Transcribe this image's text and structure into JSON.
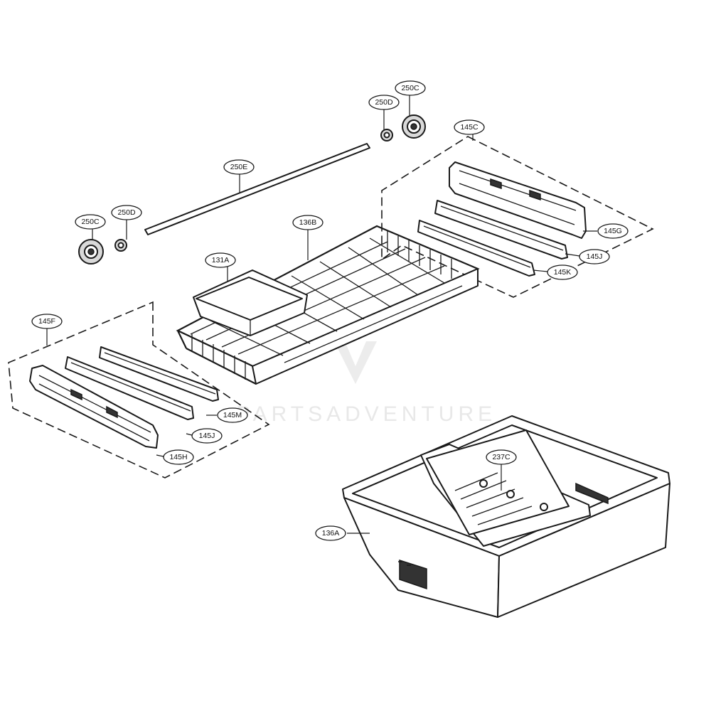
{
  "diagram": {
    "watermark": "PARTSADVENTURE",
    "callouts": {
      "c250C_top": "250C",
      "c250D_top": "250D",
      "c145C": "145C",
      "c250E": "250E",
      "c250C_left": "250C",
      "c250D_left": "250D",
      "c136B": "136B",
      "c145G": "145G",
      "c145J_right": "145J",
      "c145K": "145K",
      "c131A": "131A",
      "c145F": "145F",
      "c145M": "145M",
      "c145J_left": "145J",
      "c145H": "145H",
      "c237C": "237C",
      "c136A": "136A"
    }
  }
}
